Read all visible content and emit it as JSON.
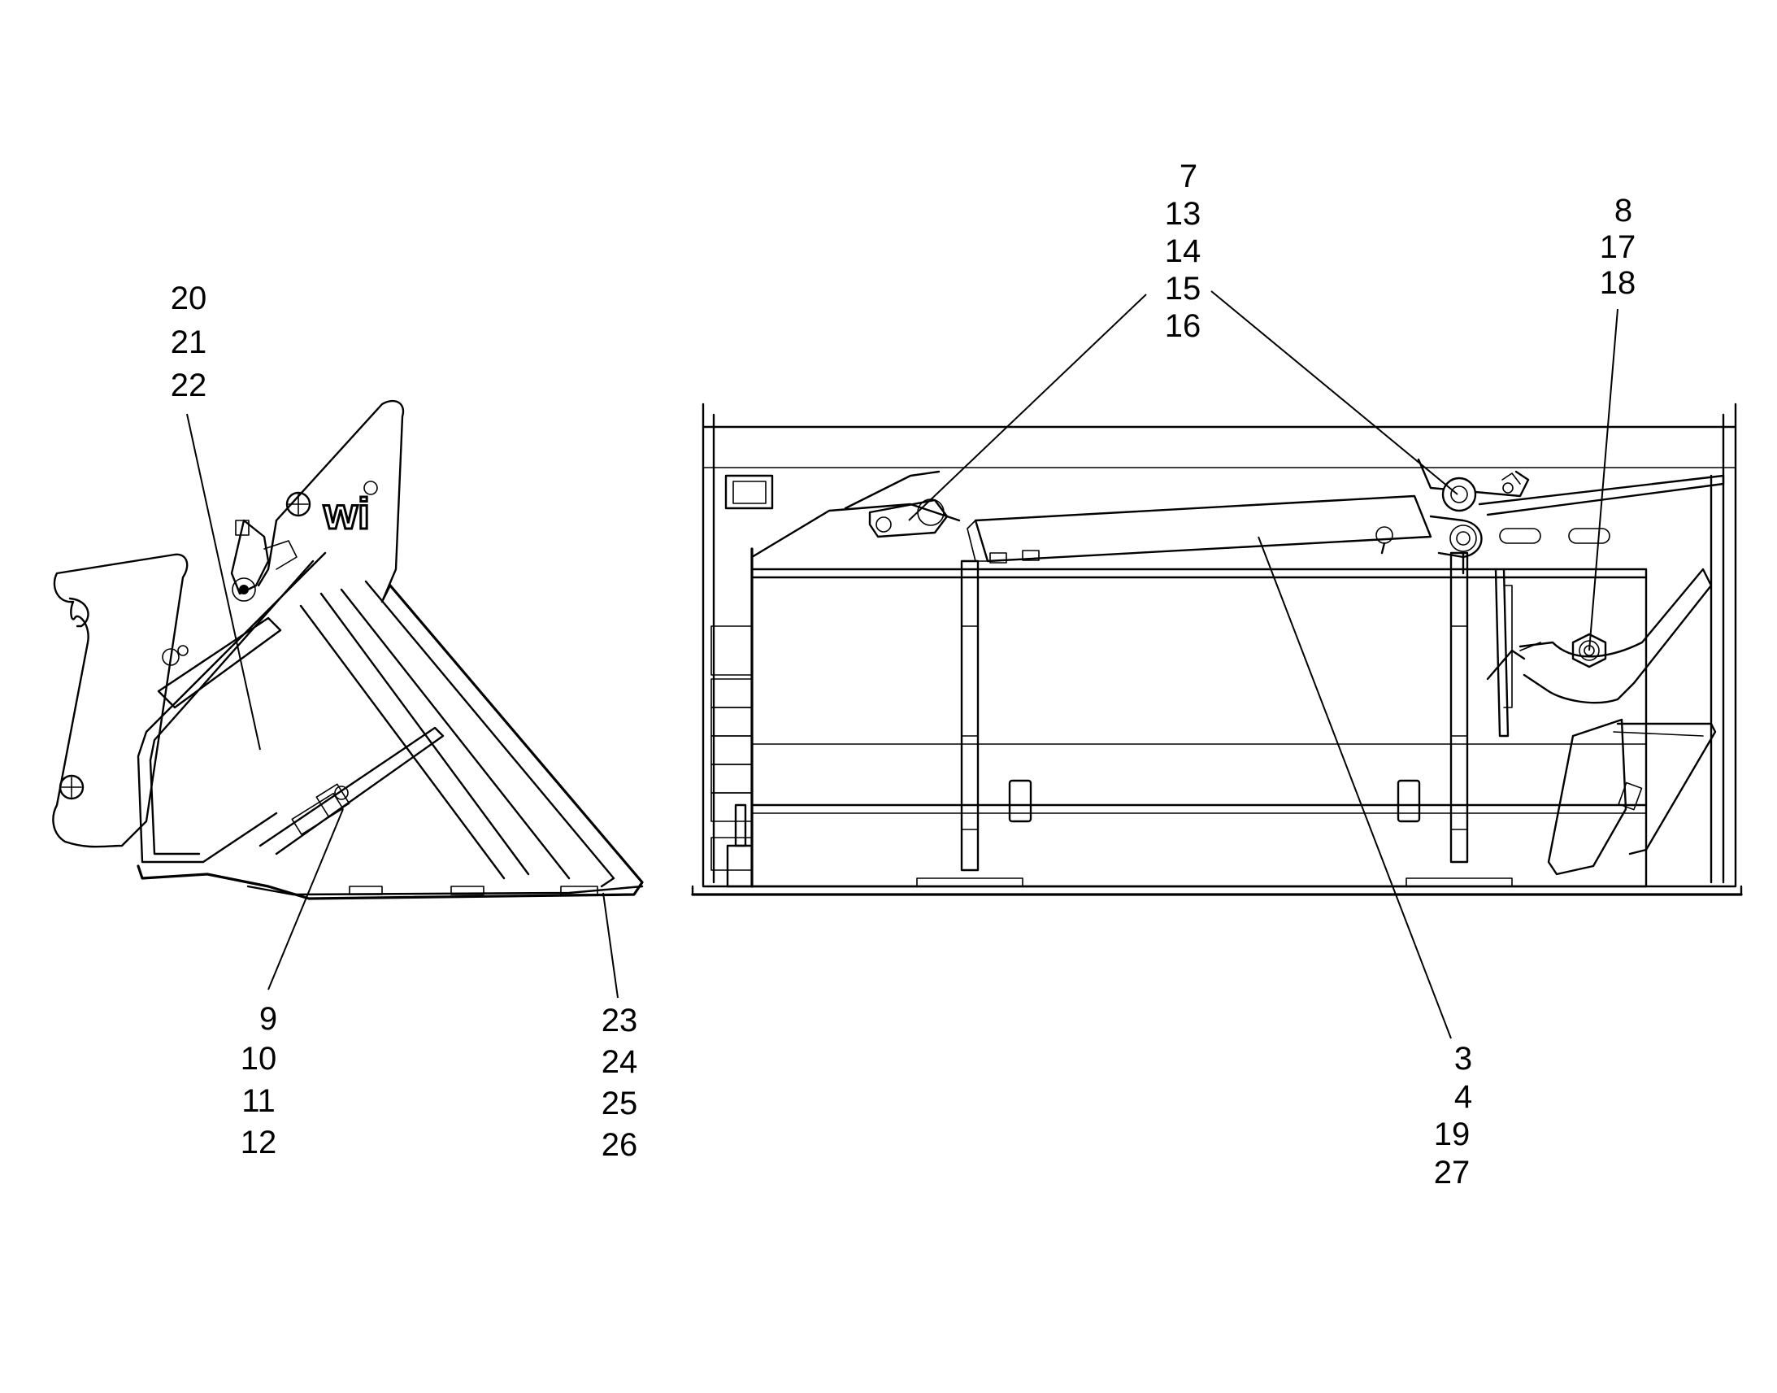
{
  "callouts": {
    "side_top": [
      "20",
      "21",
      "22"
    ],
    "side_bottom_left": [
      "9",
      "10",
      "11",
      "12"
    ],
    "side_bottom_right": [
      "23",
      "24",
      "25",
      "26"
    ],
    "front_top_mid": [
      "7",
      "13",
      "14",
      "15",
      "16"
    ],
    "front_top_right": [
      "8",
      "17",
      "18"
    ],
    "front_bottom": [
      "3",
      "4",
      "19",
      "27"
    ]
  },
  "logo": {
    "text": "wi"
  },
  "colors": {
    "line": "#000000",
    "background": "#ffffff"
  }
}
